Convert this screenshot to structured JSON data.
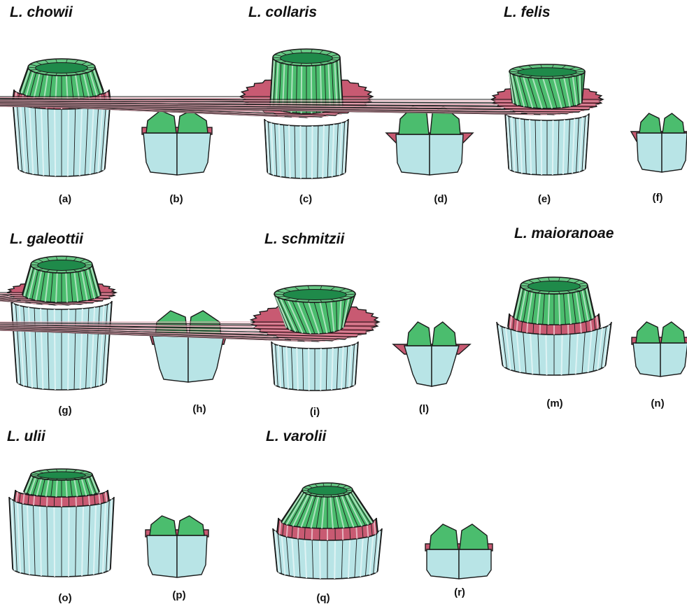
{
  "colors": {
    "green": "#4bbd6e",
    "green_dark": "#1f8a4a",
    "pink": "#c85a72",
    "blue": "#b8e4e6",
    "outline": "#1a1a1a"
  },
  "species": [
    {
      "name": "L. chowii",
      "panels": [
        "(a)",
        "(b)"
      ]
    },
    {
      "name": "L. collaris",
      "panels": [
        "(c)",
        "(d)"
      ]
    },
    {
      "name": "L. felis",
      "panels": [
        "(e)",
        "(f)"
      ]
    },
    {
      "name": "L. galeottii",
      "panels": [
        "(g)",
        "(h)"
      ]
    },
    {
      "name": "L. schmitzii",
      "panels": [
        "(i)",
        "(l)"
      ]
    },
    {
      "name": "L. maioranoae",
      "panels": [
        "(m)",
        "(n)"
      ]
    },
    {
      "name": "L. ulii",
      "panels": [
        "(o)",
        "(p)"
      ]
    },
    {
      "name": "L. varolii",
      "panels": [
        "(q)",
        "(r)"
      ]
    }
  ]
}
